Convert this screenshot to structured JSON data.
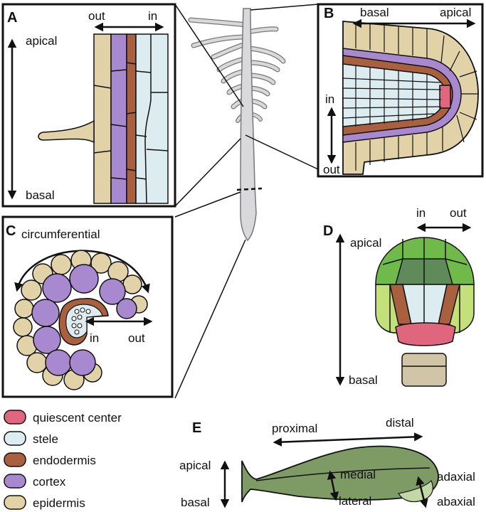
{
  "panels": {
    "a": "A",
    "b": "B",
    "c": "C",
    "d": "D",
    "e": "E"
  },
  "axes": {
    "a_out": "out",
    "a_in": "in",
    "a_apical": "apical",
    "a_basal": "basal",
    "b_basal": "basal",
    "b_apical": "apical",
    "b_in": "in",
    "b_out": "out",
    "c_circumferential": "circumferential",
    "c_in": "in",
    "c_out": "out",
    "d_in": "in",
    "d_out": "out",
    "d_apical": "apical",
    "d_basal": "basal",
    "e_proximal": "proximal",
    "e_distal": "distal",
    "e_apical": "apical",
    "e_basal": "basal",
    "e_medial": "medial",
    "e_lateral": "lateral",
    "e_adaxial": "adaxial",
    "e_abaxial": "abaxial"
  },
  "legend": [
    {
      "label": "quiescent center",
      "color": "#e0667e"
    },
    {
      "label": "stele",
      "color": "#dcecf0"
    },
    {
      "label": "endodermis",
      "color": "#a8603e"
    },
    {
      "label": "cortex",
      "color": "#a888cf"
    },
    {
      "label": "epidermis",
      "color": "#e2d2a8"
    }
  ],
  "colors": {
    "root": "#d9d9db",
    "embryo_apical": "#6fba4a",
    "embryo_dark": "#5f8a5a",
    "embryo_light": "#c4e07a",
    "suspensor": "#d2c4a6",
    "leaf": "#7e9b66",
    "leaf_light": "#c2d6a6"
  }
}
